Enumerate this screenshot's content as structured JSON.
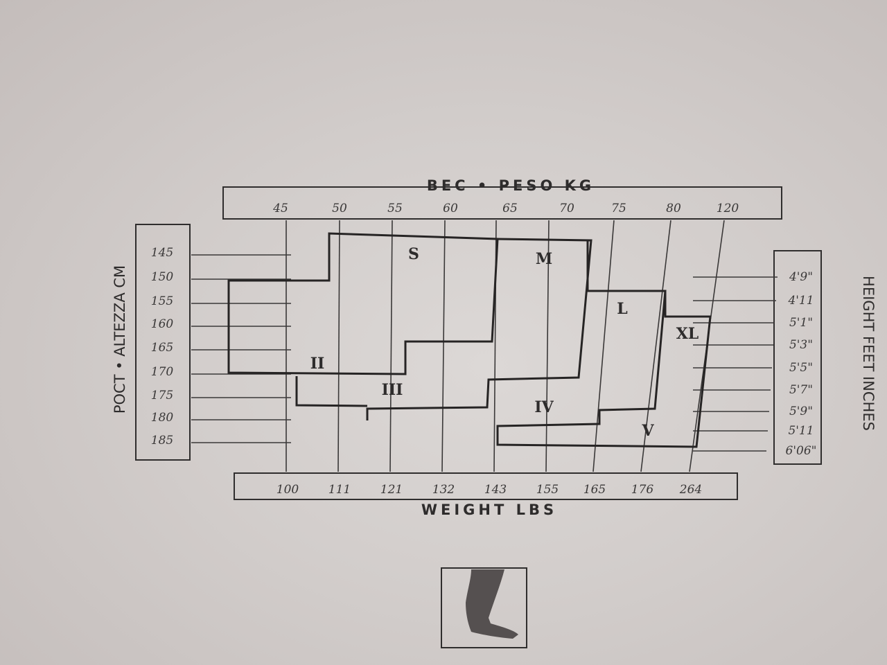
{
  "chart_data": {
    "type": "table",
    "title": "BEC • PESO KG",
    "top_axis": {
      "label": "BEC • PESO KG",
      "ticks": [
        "45",
        "50",
        "55",
        "60",
        "65",
        "70",
        "75",
        "80",
        "120"
      ]
    },
    "bottom_axis": {
      "label": "WEIGHT LBS",
      "ticks": [
        "100",
        "111",
        "121",
        "132",
        "143",
        "155",
        "165",
        "176",
        "264"
      ]
    },
    "left_axis": {
      "label": "POCT • ALTEZZA CM",
      "ticks": [
        "145",
        "150",
        "155",
        "160",
        "165",
        "170",
        "175",
        "180",
        "185"
      ]
    },
    "right_axis": {
      "label": "HEIGHT FEET INCHES",
      "ticks": [
        "4'9\"",
        "4'11",
        "5'1\"",
        "5'3\"",
        "5'5\"",
        "5'7\"",
        "5'9\"",
        "5'11",
        "6'06\""
      ]
    },
    "regions": [
      {
        "letter": "S",
        "numeral": "II"
      },
      {
        "letter": "M",
        "numeral": "III"
      },
      {
        "letter": "L",
        "numeral": "IV"
      },
      {
        "letter": "XL",
        "numeral": "V"
      }
    ]
  },
  "icon": "leg-icon"
}
